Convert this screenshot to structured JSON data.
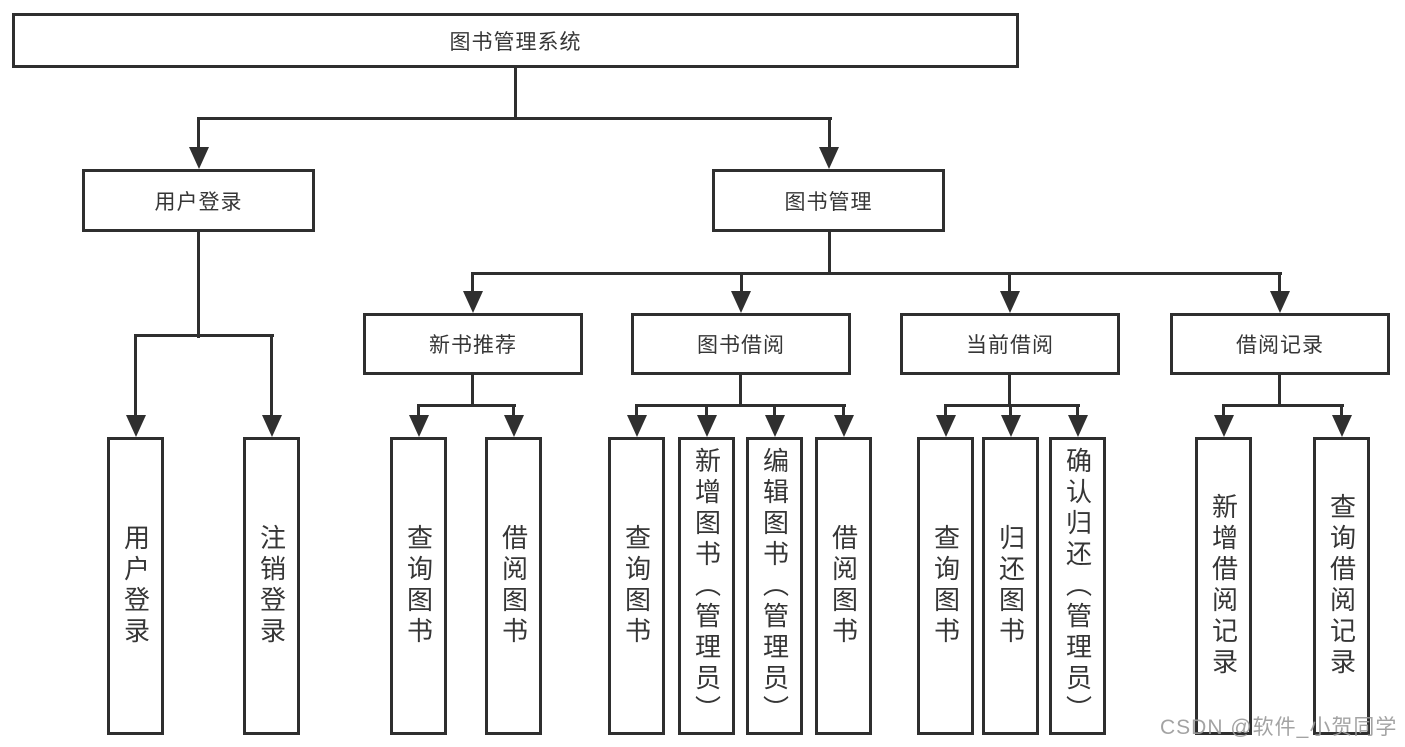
{
  "nodes": {
    "root": "图书管理系统",
    "level2": [
      "用户登录",
      "图书管理"
    ],
    "level3": [
      "新书推荐",
      "图书借阅",
      "当前借阅",
      "借阅记录"
    ],
    "leaves_login": [
      "用户登录",
      "注销登录"
    ],
    "leaves_newbook": [
      "查询图书",
      "借阅图书"
    ],
    "leaves_borrow": [
      "查询图书",
      "新增图书（管理员）",
      "编辑图书（管理员）",
      "借阅图书"
    ],
    "leaves_current": [
      "查询图书",
      "归还图书",
      "确认归还（管理员）"
    ],
    "leaves_record": [
      "新增借阅记录",
      "查询借阅记录"
    ]
  },
  "watermark": {
    "text": "CSDN @软件_小贺同学"
  },
  "colors": {
    "line": "#2f2f2f",
    "text": "#363636",
    "watermark": "#9c9c9c",
    "bg": "#ffffff"
  }
}
